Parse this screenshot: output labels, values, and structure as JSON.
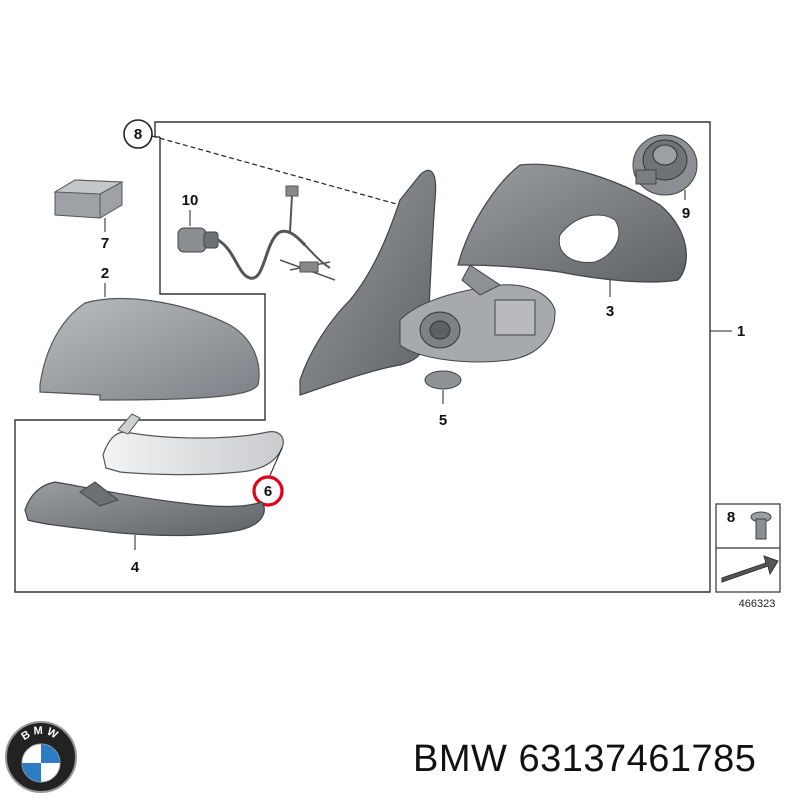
{
  "diagram": {
    "callouts": [
      {
        "id": "1",
        "label": "1"
      },
      {
        "id": "2",
        "label": "2"
      },
      {
        "id": "3",
        "label": "3"
      },
      {
        "id": "4",
        "label": "4"
      },
      {
        "id": "5",
        "label": "5"
      },
      {
        "id": "6",
        "label": "6",
        "highlighted": true
      },
      {
        "id": "7",
        "label": "7"
      },
      {
        "id": "8",
        "label": "8"
      },
      {
        "id": "9",
        "label": "9"
      },
      {
        "id": "10",
        "label": "10"
      }
    ],
    "inset": {
      "part_label": "8"
    },
    "reference_number": "466323",
    "highlight_color": "#e3001b"
  },
  "brand": {
    "logo_text": "BMW",
    "caption_brand": "BMW",
    "caption_part_number": "63137461785"
  }
}
